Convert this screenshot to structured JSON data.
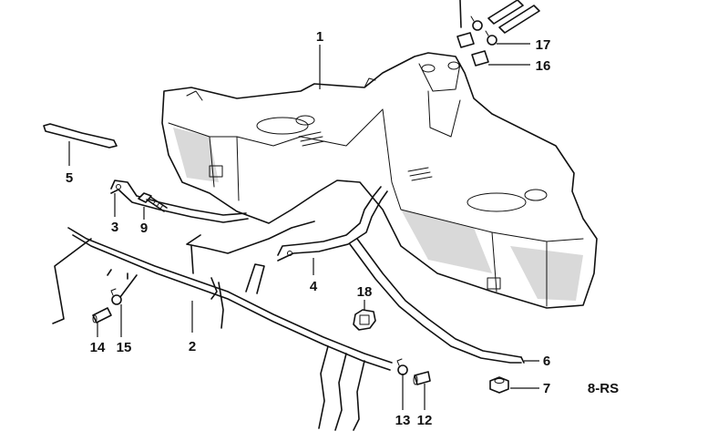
{
  "callouts": {
    "c1": "1",
    "c2": "2",
    "c3": "3",
    "c4": "4",
    "c5": "5",
    "c6": "6",
    "c7": "7",
    "c9": "9",
    "c12": "12",
    "c13": "13",
    "c14": "14",
    "c15": "15",
    "c16": "16",
    "c17": "17",
    "c18": "18"
  },
  "diagram_code": "8-RS"
}
